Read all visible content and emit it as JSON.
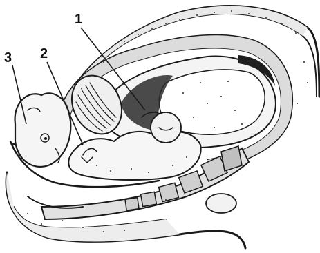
{
  "figure": {
    "labels": [
      {
        "id": "1",
        "text": "1"
      },
      {
        "id": "2",
        "text": "2"
      },
      {
        "id": "3",
        "text": "3"
      }
    ],
    "colors": {
      "ink": "#1a1a1a",
      "paper": "#ffffff",
      "stipple": "#2a2a2a",
      "shade": "#3a3a3a"
    }
  }
}
